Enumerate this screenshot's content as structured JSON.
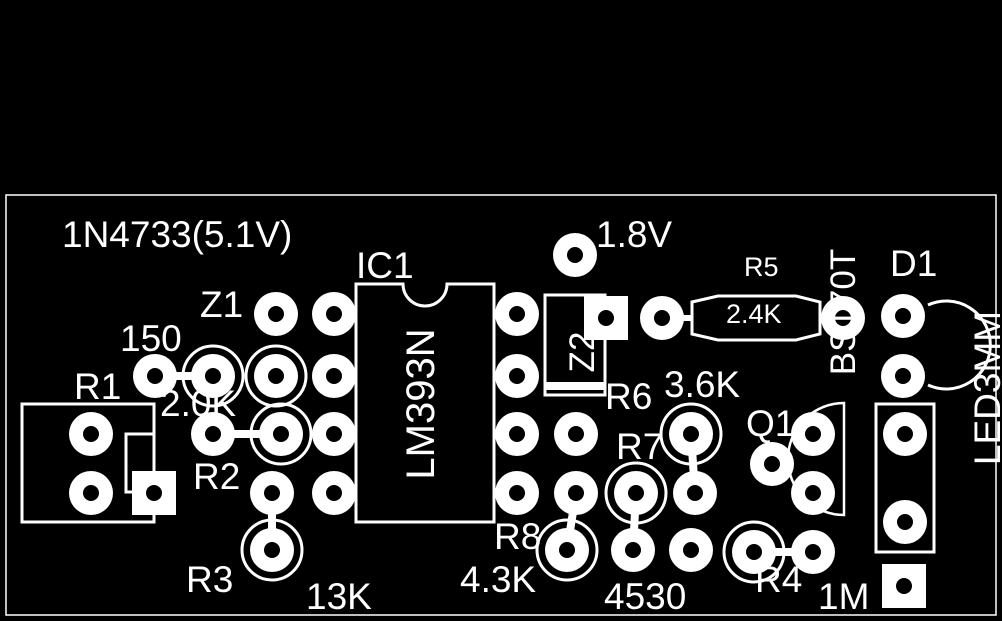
{
  "board": {
    "background_color": "#000000",
    "trace_color": "#ffffff"
  },
  "labels": {
    "zener_main": "1N4733(5.1V)",
    "ic1": "IC1",
    "ic_part": "LM393N",
    "v_ref": "1.8V",
    "r5": "R5",
    "r5_value": "2.4K",
    "transistor_part": "BS170T",
    "d1": "D1",
    "led_part": "LED3MM",
    "z1": "Z1",
    "r1_value": "150",
    "r1": "R1",
    "r2_value": "2.0K",
    "r2": "R2",
    "z2": "Z2",
    "r6": "R6",
    "r6_value": "3.6K",
    "q1": "Q1",
    "r7": "R7",
    "r8": "R8",
    "r8_value": "4.3K",
    "r3": "R3",
    "r3_value": "13K",
    "r7_value": "4530",
    "r4": "R4",
    "r4_value": "1M"
  }
}
